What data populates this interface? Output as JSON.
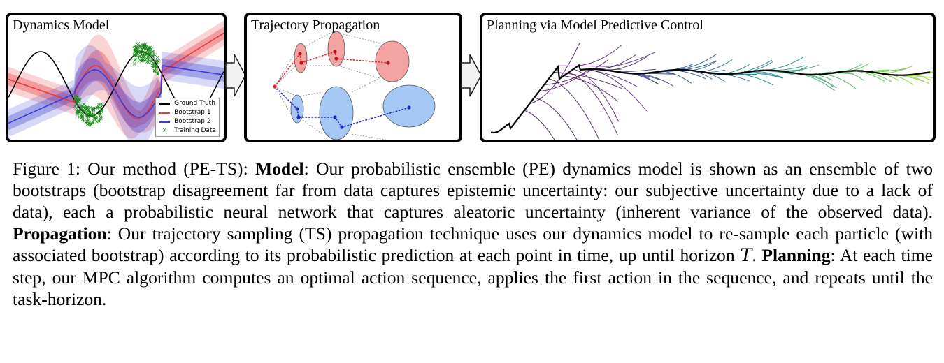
{
  "panels": {
    "model": {
      "title": "Dynamics Model",
      "legend": {
        "ground_truth": "Ground Truth",
        "bootstrap1": "Bootstrap 1",
        "bootstrap2": "Bootstrap 2",
        "training": "Training Data"
      },
      "colors": {
        "ground_truth": "#000000",
        "bootstrap1": "#e8383b",
        "bootstrap2": "#3b3bd6",
        "training": "#1a8a1a"
      }
    },
    "propagation": {
      "title": "Trajectory Propagation"
    },
    "planning": {
      "title": "Planning via Model Predictive Control"
    }
  },
  "caption": {
    "label": "Figure 1: Our method (PE-TS): ",
    "model_term": "Model",
    "model_text": ": Our probabilistic ensemble (PE) dynamics model is shown as an ensemble of two bootstraps (bootstrap disagreement far from data captures epistemic uncertainty: our subjective uncertainty due to a lack of data), each a probabilistic neural network that captures aleatoric uncertainty (inherent variance of the observed data). ",
    "propagation_term": "Propagation",
    "propagation_text": ": Our trajectory sampling (TS) propagation technique uses our dynamics model to re-sample each particle (with associated bootstrap) according to its probabilistic prediction at each point in time, up until horizon ",
    "horizon_symbol": "T",
    "after_horizon": ". ",
    "planning_term": "Planning",
    "planning_text": ": At each time step, our MPC algorithm computes an optimal action sequence, applies the first action in the sequence, and repeats until the task-horizon."
  }
}
